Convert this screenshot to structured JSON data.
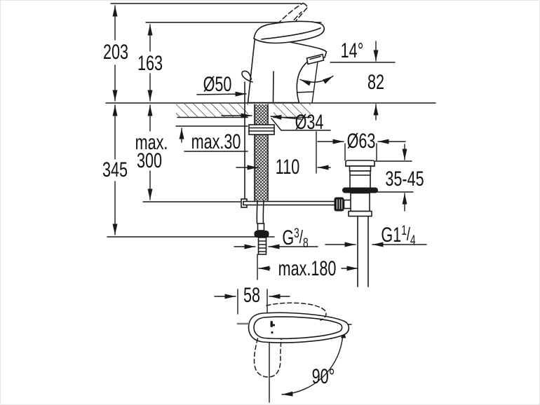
{
  "title": "faucet-installation-dimension-drawing",
  "colors": {
    "line": "#1a1a1a",
    "background": "#ffffff"
  },
  "front_view": {
    "overall_height": "203",
    "spout_pivot_height": "163",
    "total_depth_below": "345",
    "hose_max_label": "max.",
    "hose_max_value": "300",
    "deck_thickness": "max.30",
    "base_diameter": "Ø50",
    "shank_diameter": "Ø34",
    "spout_angle": "14°",
    "spout_height": "82",
    "rod_offset": "110",
    "waste_flange_diameter": "Ø63",
    "basin_thickness_range": "35-45",
    "hose_thread": {
      "base": "G",
      "sup": "3",
      "slash": "/",
      "sub": "8"
    },
    "waste_thread": {
      "base": "G1",
      "sup": "1",
      "slash": "/",
      "sub": "4"
    },
    "rod_reach": "max.180"
  },
  "top_view": {
    "body_width": "58",
    "swivel_angle": "90°"
  }
}
